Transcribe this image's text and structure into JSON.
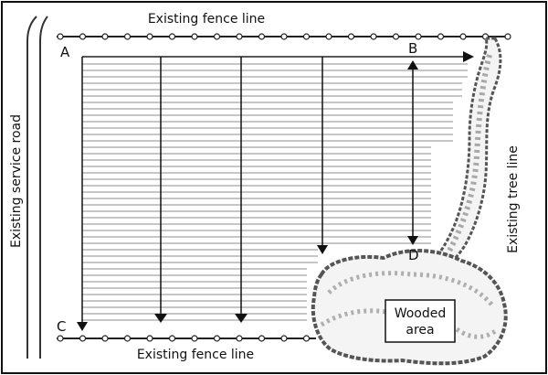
{
  "labels": {
    "top_fence": "Existing fence line",
    "bottom_fence": "Existing fence line",
    "service_road": "Existing service road",
    "tree_line": "Existing tree line",
    "wooded_area_line1": "Wooded",
    "wooded_area_line2": "area"
  },
  "points": {
    "a": "A",
    "b": "B",
    "c": "C",
    "d": "D"
  },
  "colors": {
    "line": "#111111",
    "row_line": "#8c8c8c",
    "tree": "#555555"
  }
}
